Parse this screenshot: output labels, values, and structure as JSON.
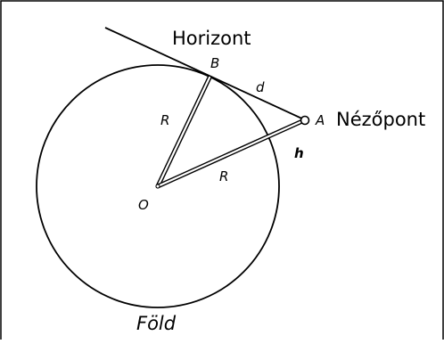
{
  "labels": {
    "horizon": "Horizont",
    "viewpoint": "Nézőpont",
    "earth": "Föld",
    "point_a": "A",
    "point_b": "B",
    "center_o": "O",
    "radius_ob": "R",
    "radius_oa": "R",
    "distance_d": "d",
    "height_h": "h"
  },
  "colors": {
    "stroke": "#000000",
    "background": "#ffffff"
  }
}
